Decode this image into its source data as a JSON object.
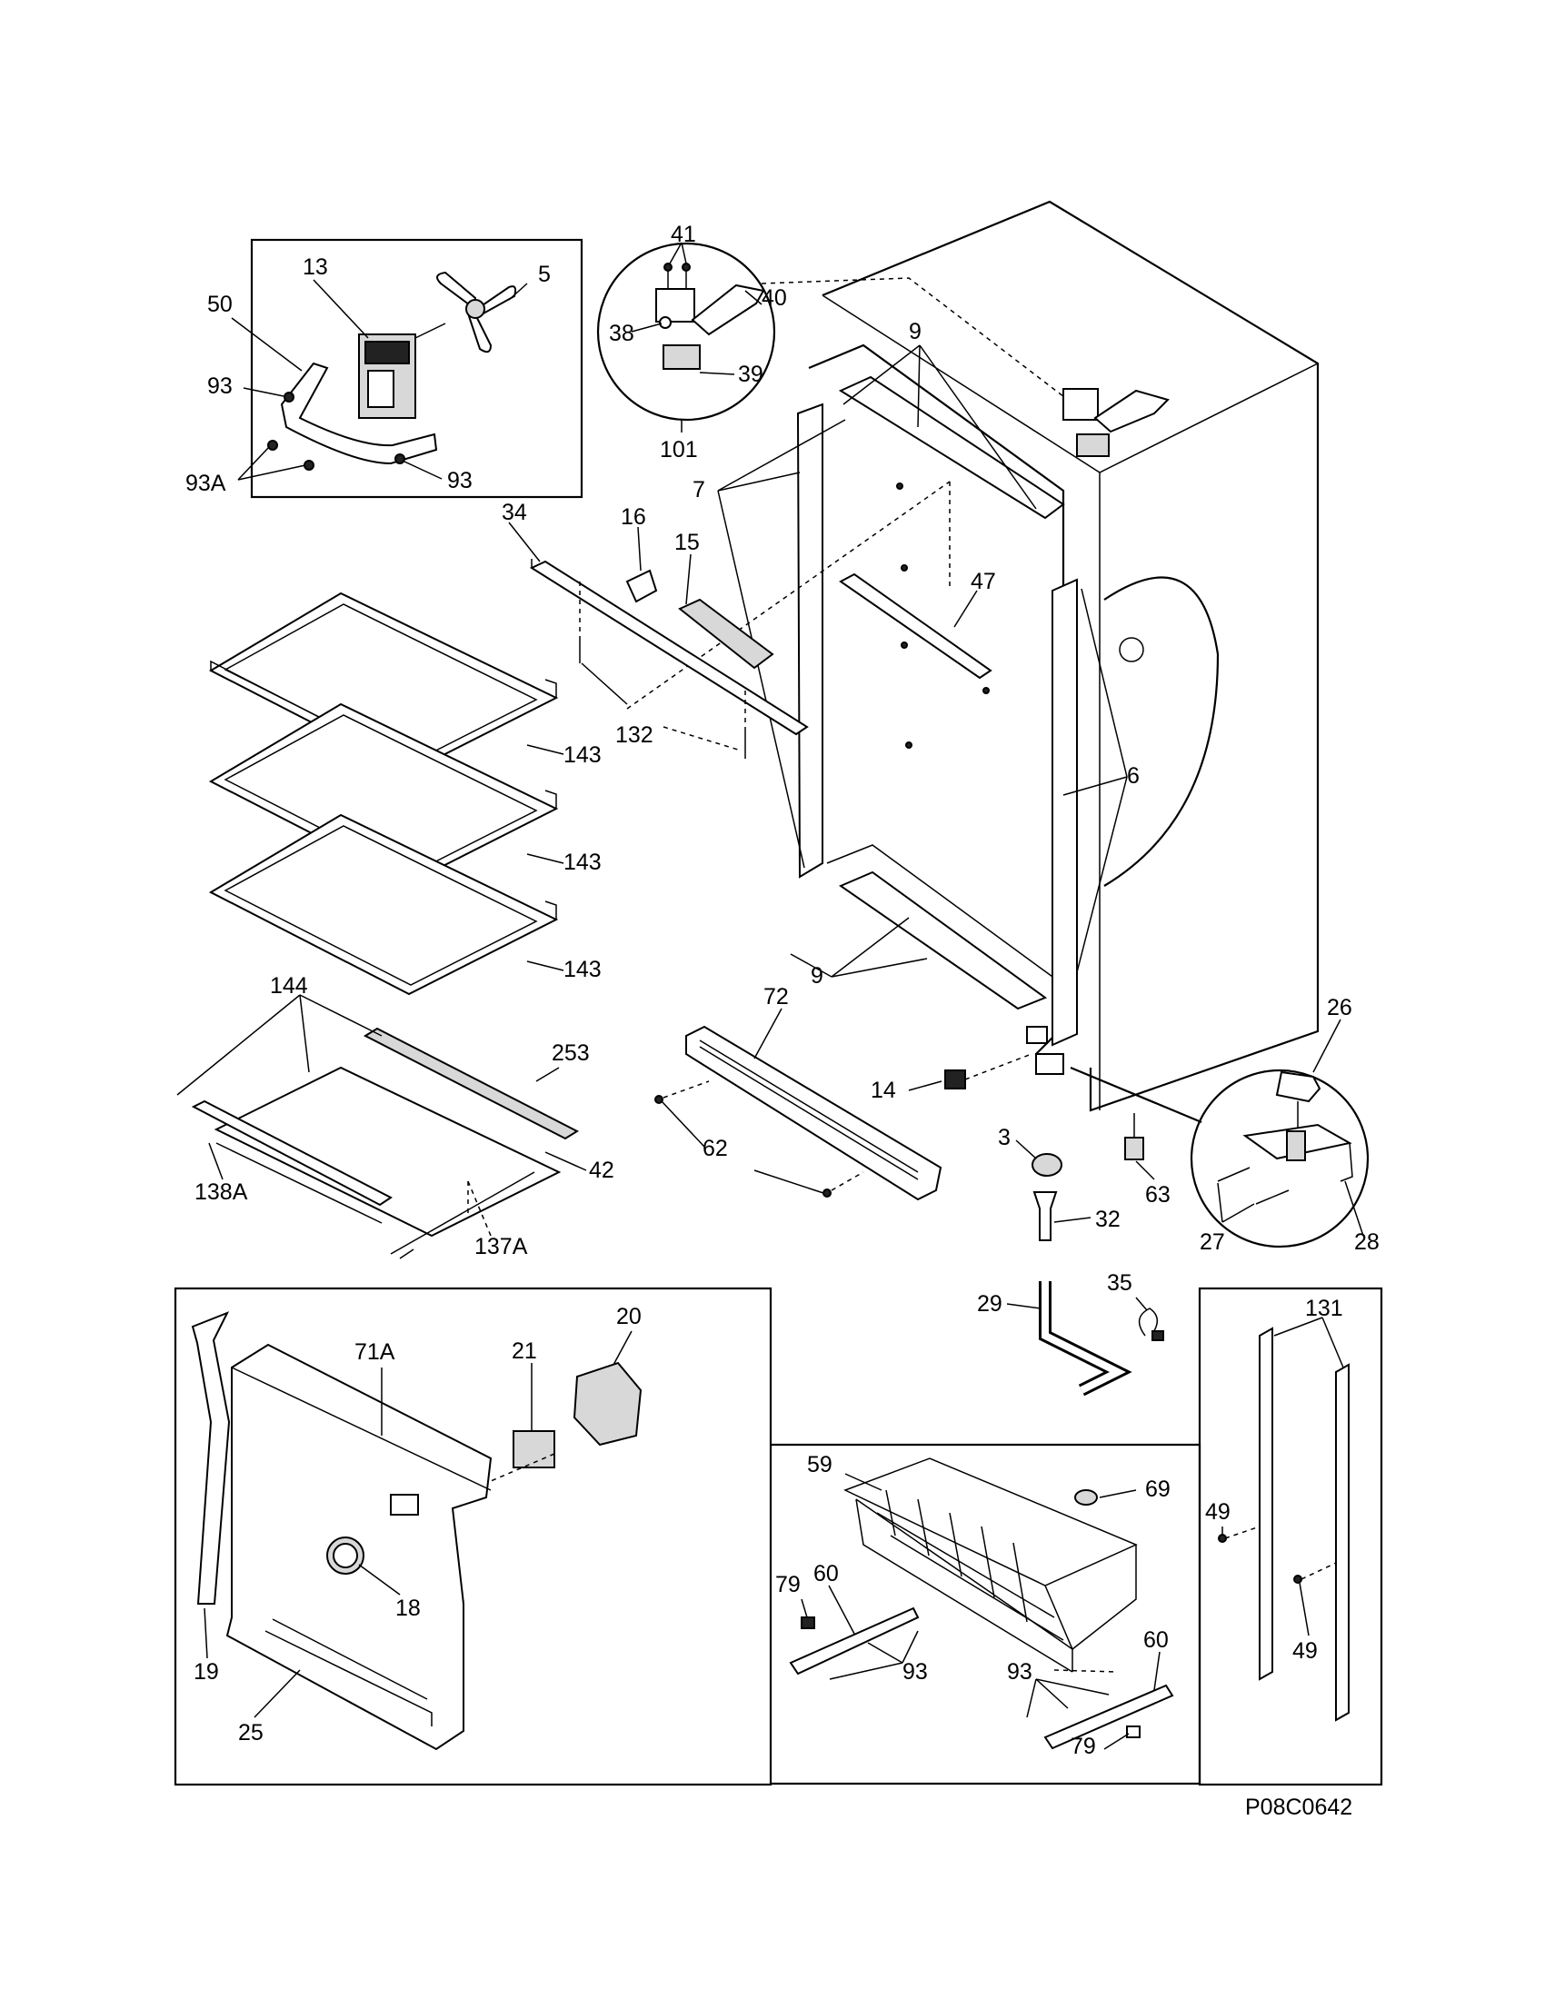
{
  "diagram_code": "P08C0642",
  "labels": {
    "l5": "5",
    "l13": "13",
    "l50": "50",
    "l93_fan_top": "93",
    "l93a": "93A",
    "l93_fan_bottom": "93",
    "l41": "41",
    "l40": "40",
    "l38": "38",
    "l39": "39",
    "l101": "101",
    "l9_top": "9",
    "l7": "7",
    "l47": "47",
    "l6": "6",
    "l9_bottom": "9",
    "l34": "34",
    "l16": "16",
    "l15": "15",
    "l132": "132",
    "l143_a": "143",
    "l143_b": "143",
    "l143_c": "143",
    "l144": "144",
    "l253": "253",
    "l42": "42",
    "l138a": "138A",
    "l137a": "137A",
    "l72": "72",
    "l14": "14",
    "l62": "62",
    "l26": "26",
    "l3": "3",
    "l63": "63",
    "l32": "32",
    "l27": "27",
    "l28": "28",
    "l29": "29",
    "l35": "35",
    "l20": "20",
    "l21": "21",
    "l71a": "71A",
    "l18": "18",
    "l19": "19",
    "l25": "25",
    "l59": "59",
    "l69": "69",
    "l79_left": "79",
    "l60_left": "60",
    "l93_basket_left": "93",
    "l93_basket_right": "93",
    "l60_right": "60",
    "l79_right": "79",
    "l131": "131",
    "l49_top": "49",
    "l49_bottom": "49"
  }
}
